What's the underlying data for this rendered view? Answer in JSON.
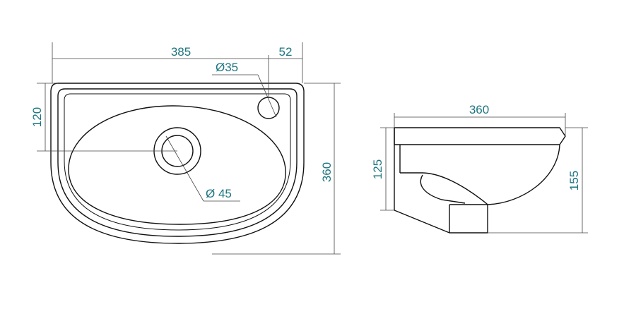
{
  "colors": {
    "background": "#ffffff",
    "outline": "#111111",
    "dimension_line": "#444444",
    "dimension_text": "#1d7580"
  },
  "top_view": {
    "dims": {
      "width": "385",
      "tap_offset": "52",
      "tap_hole": "Ø35",
      "depth_to_drain": "120",
      "drain_hole": "Ø 45",
      "depth": "360"
    }
  },
  "side_view": {
    "dims": {
      "depth": "360",
      "wall_height": "125",
      "total_height": "155"
    }
  }
}
